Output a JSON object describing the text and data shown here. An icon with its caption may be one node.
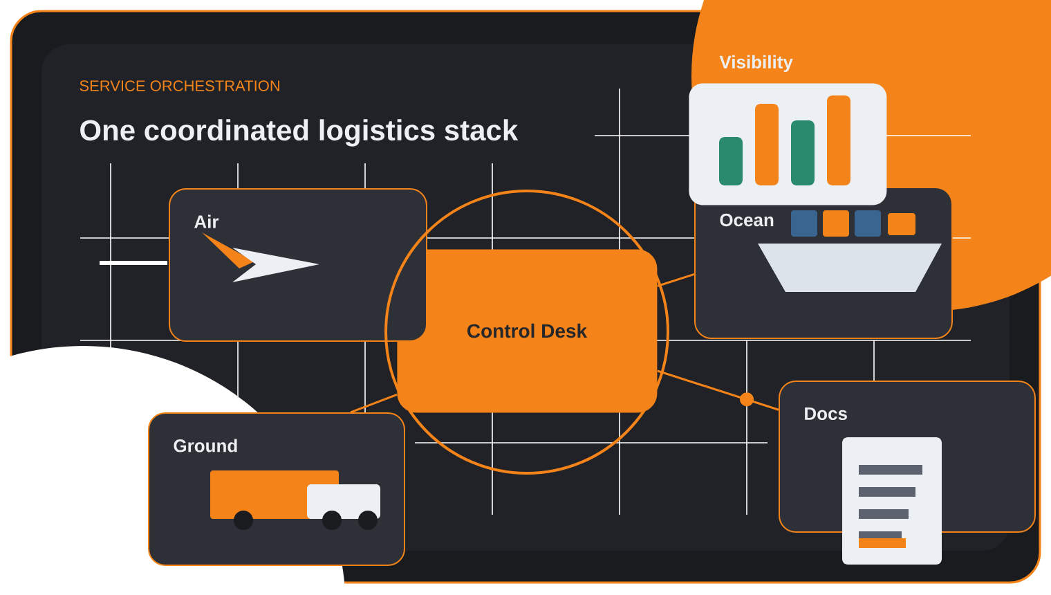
{
  "diagram": {
    "title": "One coordinated logistics stack",
    "nodes": [
      {
        "text": [
          "Visibility"
        ]
      },
      {
        "text": [
          "Air"
        ]
      },
      {
        "text": [
          "Ocean"
        ]
      },
      {
        "text": [
          "Control Desk"
        ]
      },
      {
        "text": [
          "Docs"
        ]
      },
      {
        "text": [
          "Ground"
        ]
      }
    ],
    "edges": [
      {
        "from": 3,
        "to": 2,
        "arrow": "none"
      },
      {
        "from": 3,
        "to": 4,
        "arrow": "none"
      },
      {
        "from": 3,
        "to": 5,
        "arrow": "none"
      }
    ],
    "labels": [
      "SERVICE ORCHESTRATION"
    ]
  }
}
